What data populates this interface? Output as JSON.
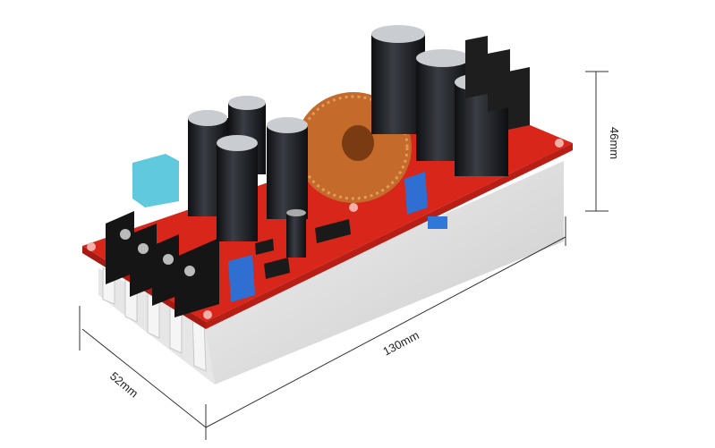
{
  "product": {
    "name_hidden": null
  },
  "dimensions": {
    "height_label": "46mm",
    "length_label": "130mm",
    "width_label": "52mm"
  },
  "colors": {
    "pcb": "#d8261b",
    "heatsink": "#dcdcdc",
    "capacitor": "#1b1d22",
    "copper": "#c46a2a",
    "trimmer": "#2f6fd1",
    "fuse": "#4fc3d9"
  }
}
